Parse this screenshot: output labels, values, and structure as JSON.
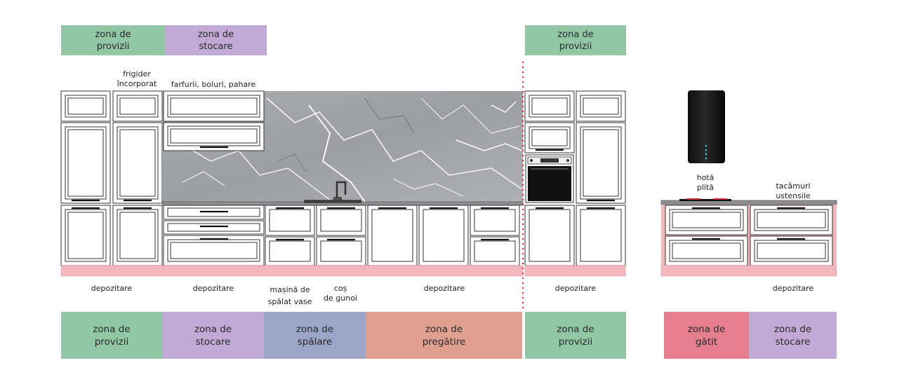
{
  "colors": {
    "provizii": "#92c7a6",
    "stocare": "#c1aad6",
    "spalare": "#9aa5c7",
    "pregatire": "#e0a090",
    "gatit": "#e57f8e",
    "plinth": "#f4b6bd",
    "divider": "#d0303a"
  },
  "top_zones": [
    {
      "label": "zona de\nprovizii"
    },
    {
      "label": "zona de\nstocare"
    },
    {
      "label": "zona de\nprovizii"
    }
  ],
  "bottom_zones": [
    {
      "label": "zona de\nprovizii"
    },
    {
      "label": "zona de\nstocare"
    },
    {
      "label": "zona de\nspălare"
    },
    {
      "label": "zona de\npregătire"
    },
    {
      "label": "zona de\nprovizii"
    },
    {
      "label": "zona de\ngătit"
    },
    {
      "label": "zona de\nstocare"
    }
  ],
  "upper_labels": {
    "fridge": "frigider\nîncorporat",
    "dishes": "farfurii, boluri, pahare",
    "hood": "hotă",
    "hob": "plită",
    "cutlery": "tacâmuri\nustensile"
  },
  "lower_labels": {
    "storage_1": "depozitare",
    "storage_2": "depozitare",
    "dishwasher": "mașină de\nspălat vase",
    "bin": "coș\nde gunoi",
    "storage_3": "depozitare",
    "storage_4": "depozitare",
    "storage_5": "depozitare"
  }
}
